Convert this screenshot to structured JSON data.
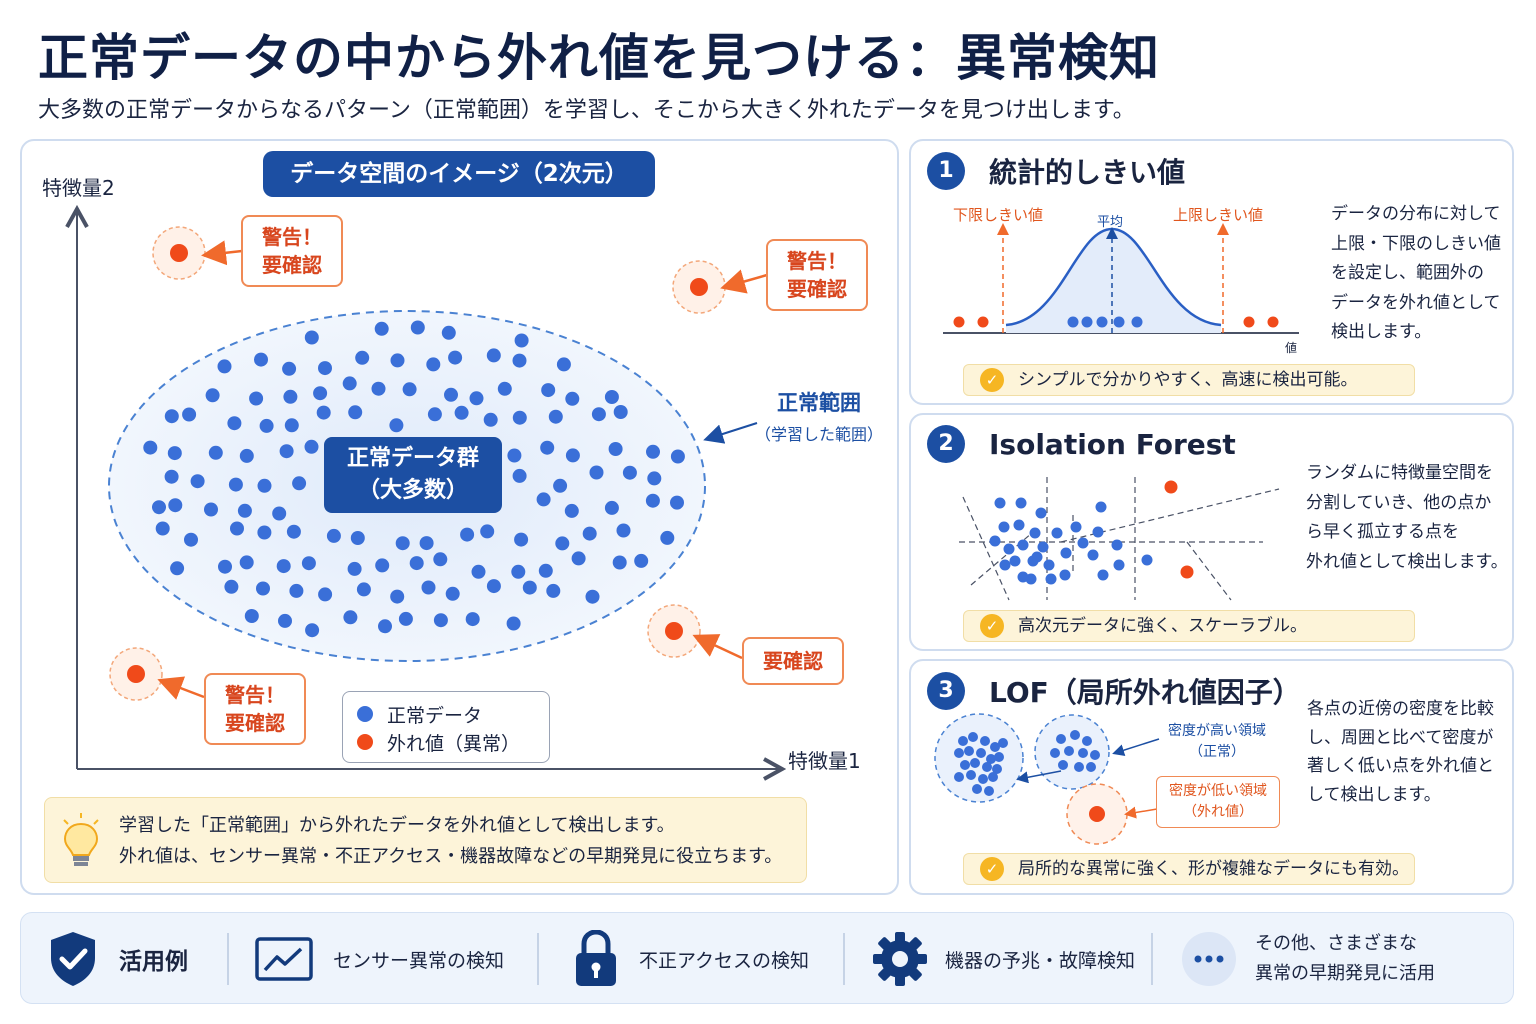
{
  "header": {
    "title": "正常データの中から外れ値を見つける：異常検知",
    "subtitle": "大多数の正常データからなるパターン（正常範囲）を学習し、そこから大きく外れたデータを見つけ出します。"
  },
  "main": {
    "badge": "データ空間のイメージ（2次元）",
    "y_axis": "特徴量2",
    "x_axis": "特徴量1",
    "cluster_label_line1": "正常データ群",
    "cluster_label_line2": "（大多数）",
    "range_label": "正常範囲",
    "range_sublabel": "（学習した範囲）",
    "callouts": [
      {
        "line1": "警告！",
        "line2": "要確認"
      },
      {
        "line1": "警告！",
        "line2": "要確認"
      },
      {
        "line1": "要確認",
        "line2": ""
      },
      {
        "line1": "警告！",
        "line2": "要確認"
      }
    ],
    "legend": {
      "normal": "正常データ",
      "outlier": "外れ値（異常）"
    },
    "note_line1": "学習した「正常範囲」から外れたデータを外れ値として検出します。",
    "note_line2": "外れ値は、センサー異常・不正アクセス・機器故障などの早期発見に役立ちます。"
  },
  "colors": {
    "navy": "#1c4fa3",
    "normal_point": "#3a6fd8",
    "outlier_point": "#f05a1a",
    "warning_border": "#f08a55",
    "note_bg": "#fdf4d9"
  },
  "methods": [
    {
      "number": "1",
      "title": "統計的しきい値",
      "lower_label": "下限しきい値",
      "mean_label": "平均",
      "upper_label": "上限しきい値",
      "x_label": "値",
      "desc": [
        "データの分布に対して",
        "上限・下限のしきい値",
        "を設定し、範囲外の",
        "データを外れ値として",
        "検出します。"
      ],
      "merit": "シンプルで分かりやすく、高速に検出可能。"
    },
    {
      "number": "2",
      "title": "Isolation Forest",
      "desc": [
        "ランダムに特徴量空間を",
        "分割していき、他の点か",
        "ら早く孤立する点を",
        "外れ値として検出します。"
      ],
      "merit": "高次元データに強く、スケーラブル。"
    },
    {
      "number": "3",
      "title": "LOF（局所外れ値因子）",
      "high_density_line1": "密度が高い領域",
      "high_density_line2": "（正常）",
      "low_density_line1": "密度が低い領域",
      "low_density_line2": "（外れ値）",
      "desc": [
        "各点の近傍の密度を比較",
        "し、周囲と比べて密度が",
        "著しく低い点を外れ値と",
        "して検出します。"
      ],
      "merit": "局所的な異常に強く、形が複雑なデータにも有効。"
    }
  ],
  "use_cases": {
    "heading": "活用例",
    "items": [
      "センサー異常の検知",
      "不正アクセスの検知",
      "機器の予兆・故障検知"
    ],
    "other_line1": "その他、さまざまな",
    "other_line2": "異常の早期発見に活用"
  }
}
